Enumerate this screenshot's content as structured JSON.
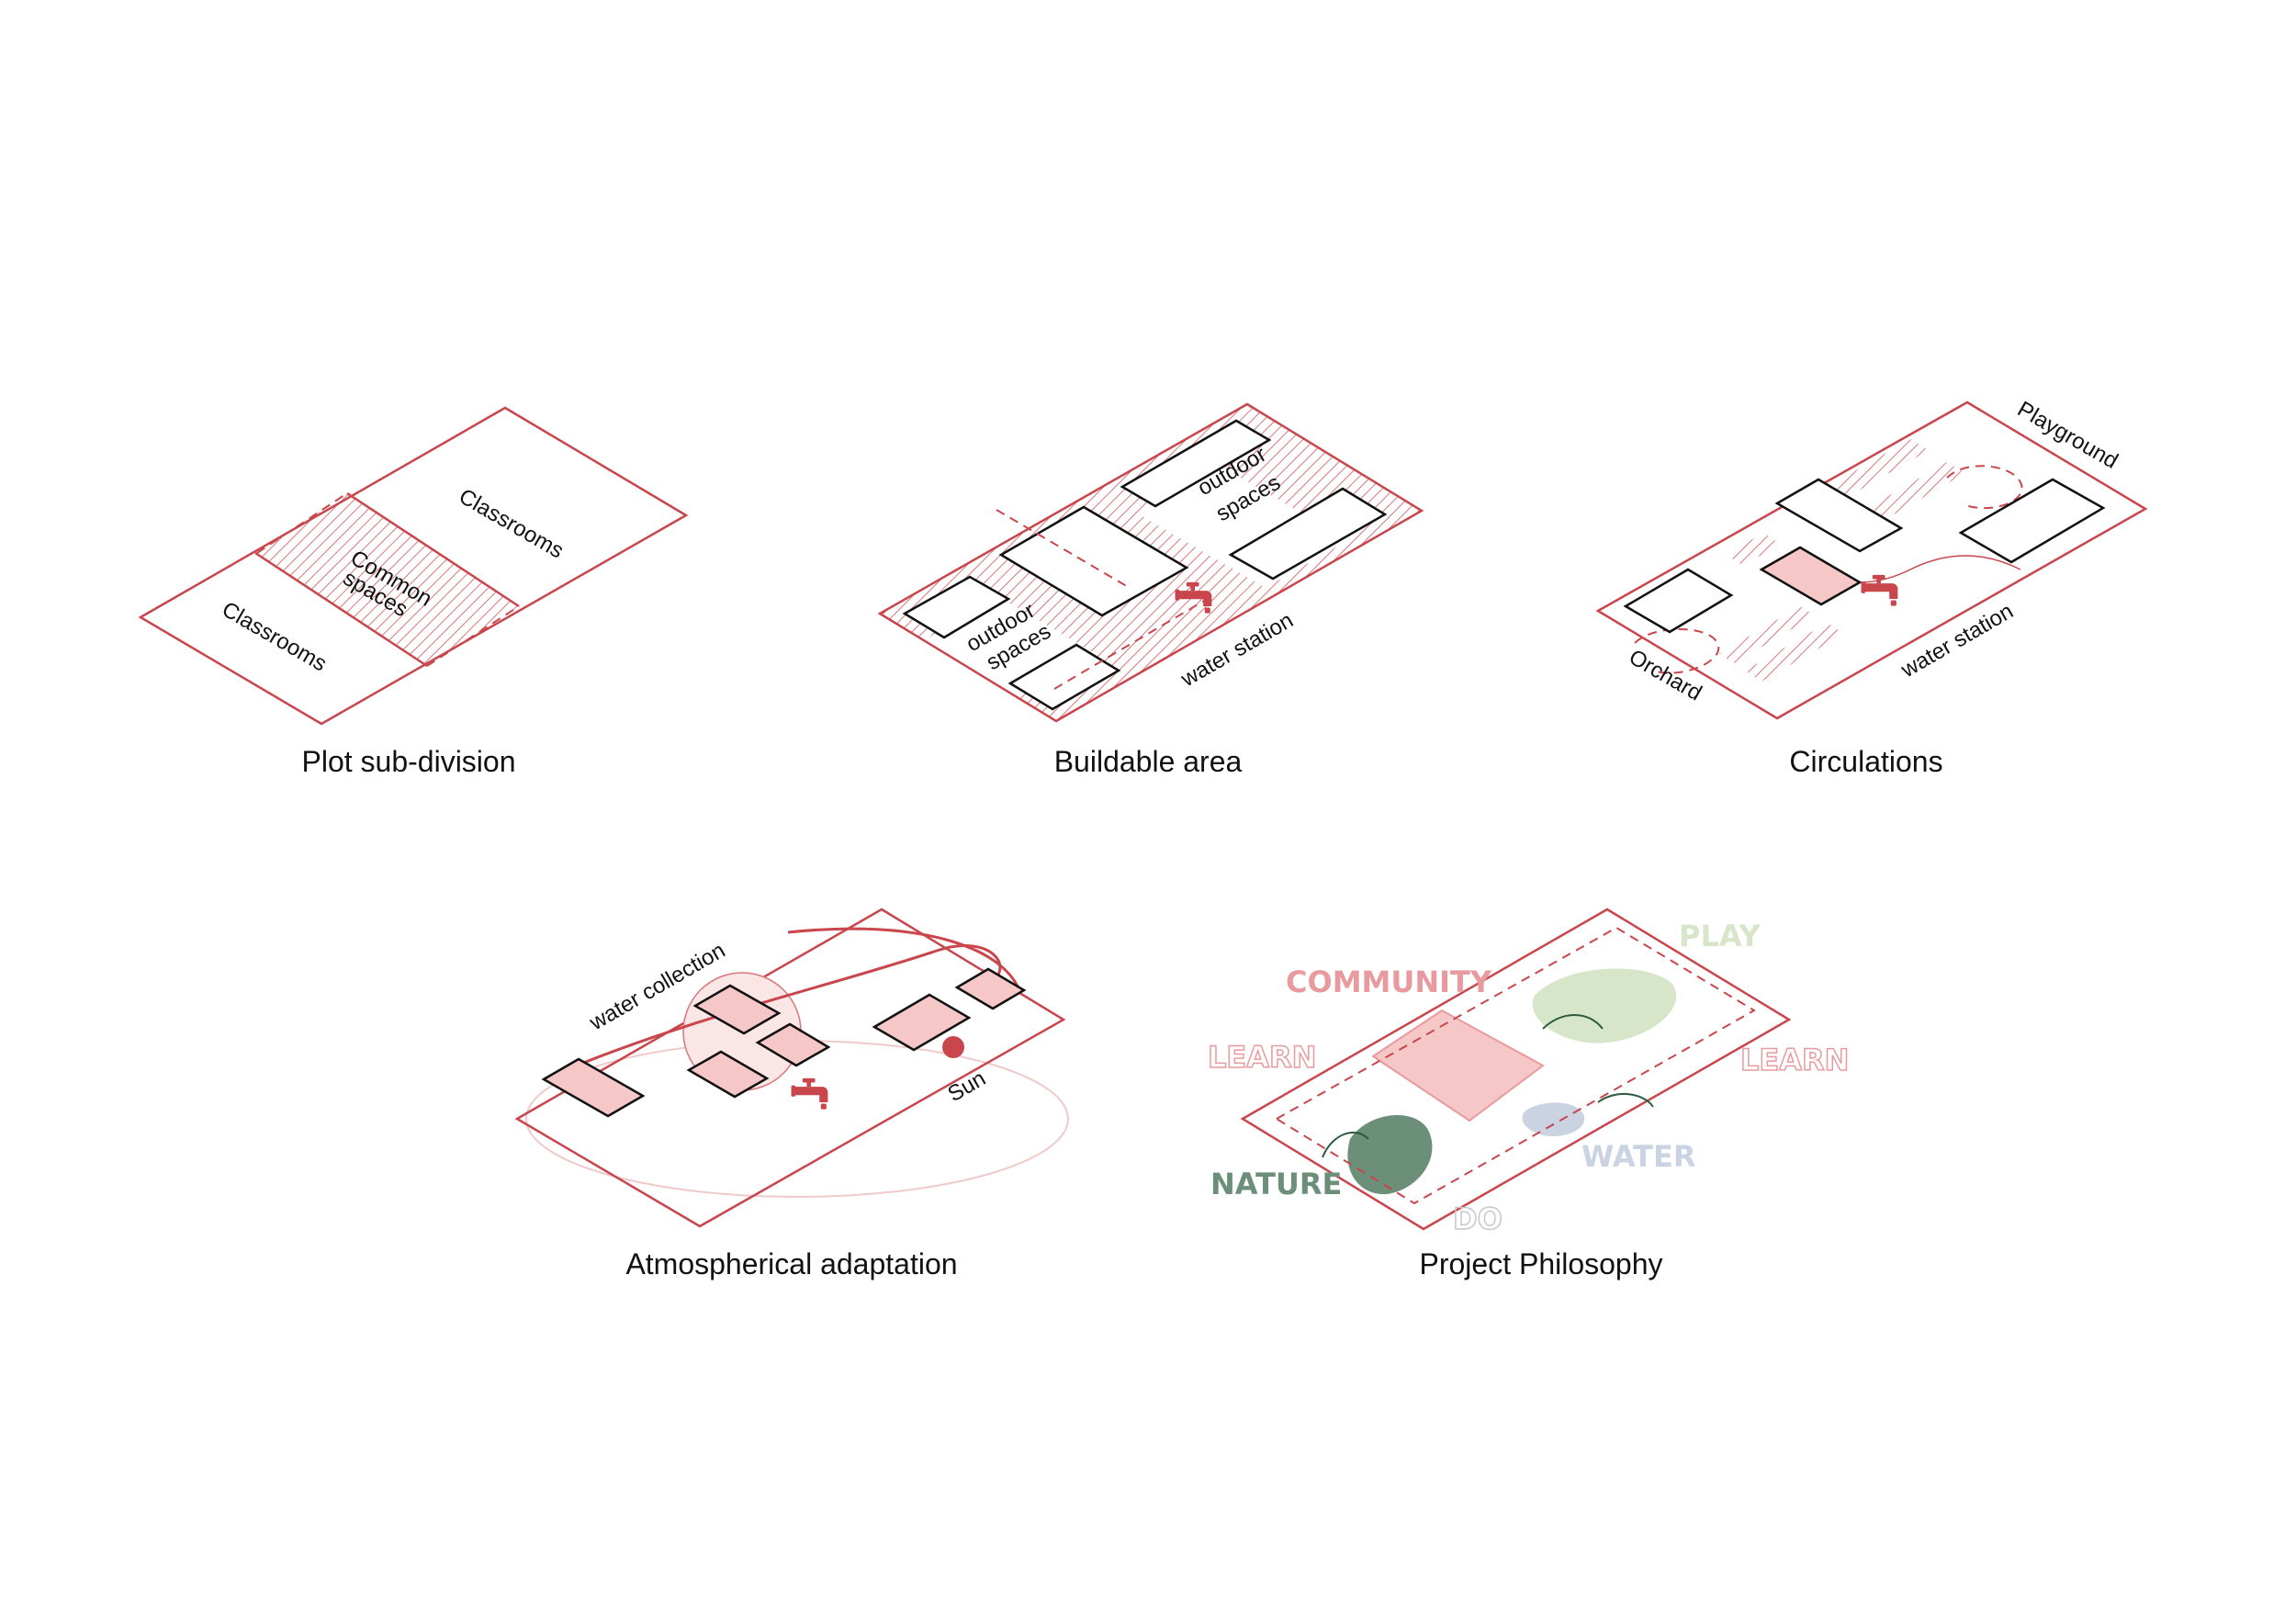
{
  "diagrams": {
    "plot": {
      "caption": "Plot sub-division",
      "label_top": "Classrooms",
      "label_mid": "Common spaces",
      "label_mid_1": "Common",
      "label_mid_2": "spaces",
      "label_bottom": "Classrooms"
    },
    "buildable": {
      "caption": "Buildable area",
      "outdoor_top_1": "outdoor",
      "outdoor_top_2": "spaces",
      "outdoor_bottom_1": "outdoor",
      "outdoor_bottom_2": "spaces",
      "water_station": "water station",
      "icon": "water-tap-icon"
    },
    "circulations": {
      "caption": "Circulations",
      "playground": "Playground",
      "orchard": "Orchard",
      "water_station": "water station",
      "icon": "water-tap-icon"
    },
    "atmospheric": {
      "caption": "Atmospherical adaptation",
      "water_collection": "water collection",
      "sun": "Sun",
      "icon": "water-tap-icon"
    },
    "philosophy": {
      "caption": "Project Philosophy",
      "community": "COMMUNITY",
      "play": "PLAY",
      "learn_left": "LEARN",
      "learn_right": "LEARN",
      "nature": "NATURE",
      "water": "WATER",
      "do": "DO"
    }
  },
  "colors": {
    "accent_red": "#c8464c",
    "pink_fill": "#f5c7c7",
    "play_green": "#d7e6c8",
    "nature_green": "#6b8f79",
    "water_blue": "#c9d3e2",
    "community_pink": "#e89a9e"
  }
}
